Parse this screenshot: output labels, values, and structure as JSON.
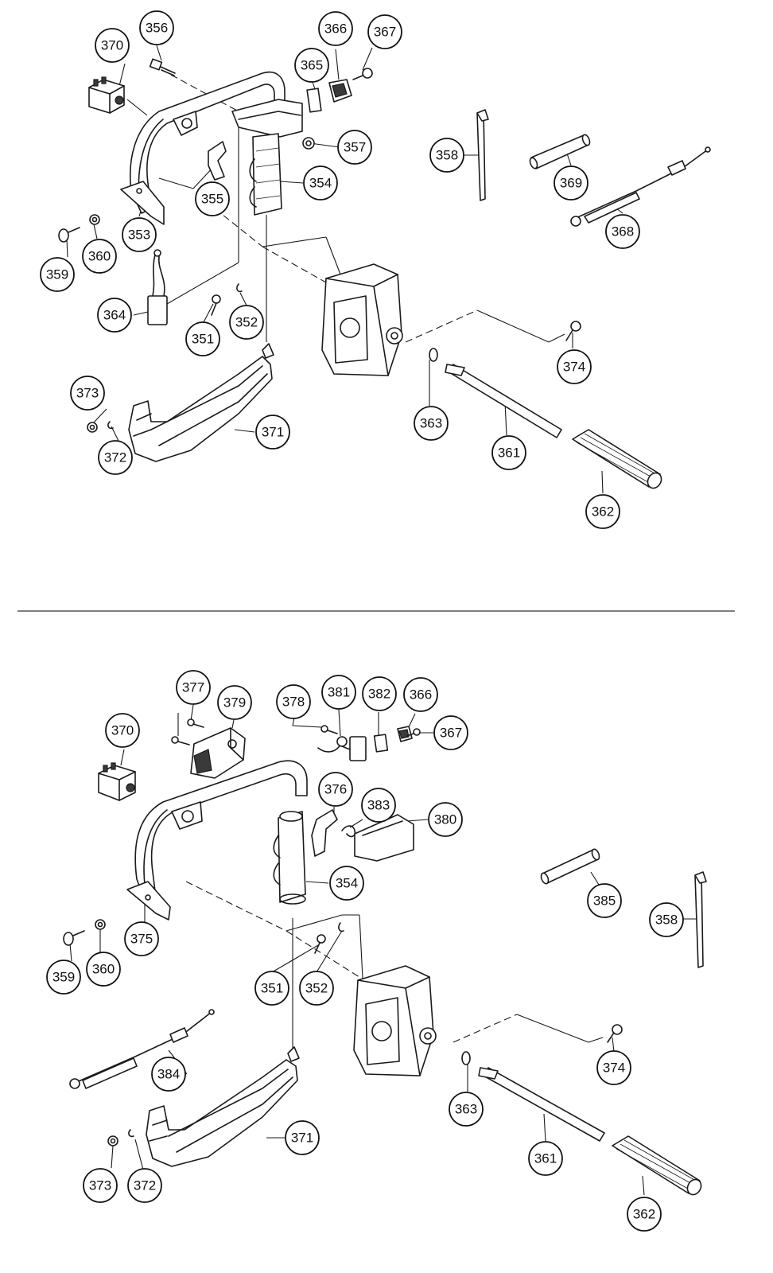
{
  "upper": {
    "callouts": [
      "370",
      "356",
      "366",
      "367",
      "365",
      "357",
      "358",
      "354",
      "369",
      "355",
      "353",
      "368",
      "359",
      "360",
      "364",
      "351",
      "352",
      "374",
      "373",
      "363",
      "371",
      "372",
      "361",
      "362"
    ]
  },
  "lower": {
    "callouts": [
      "377",
      "379",
      "378",
      "381",
      "382",
      "366",
      "367",
      "370",
      "376",
      "383",
      "380",
      "354",
      "385",
      "358",
      "375",
      "359",
      "360",
      "351",
      "352",
      "384",
      "374",
      "363",
      "371",
      "373",
      "372",
      "361",
      "362"
    ]
  }
}
